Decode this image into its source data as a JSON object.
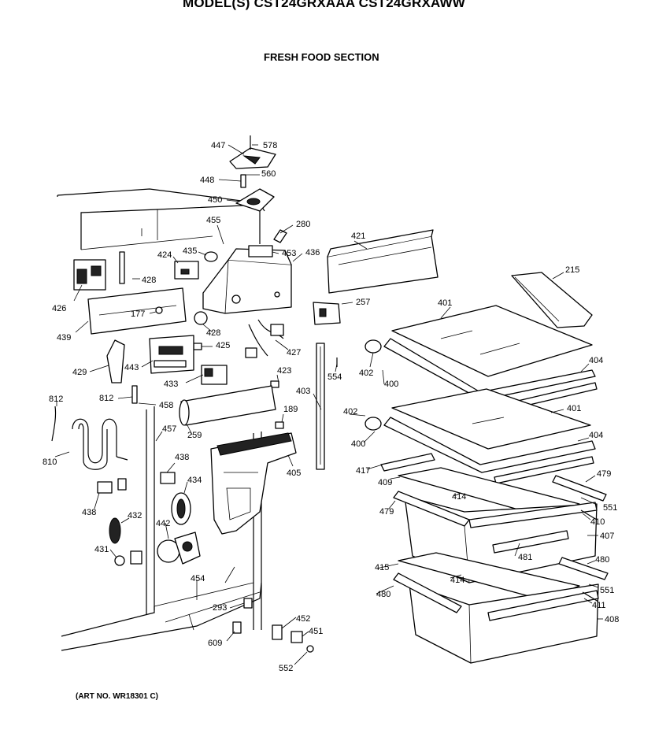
{
  "header": {
    "title": "MODEL(S) CST24GRXAAA CST24GRXAWW",
    "subtitle": "FRESH FOOD SECTION"
  },
  "footer": {
    "art_no": "(ART NO. WR18301 C)"
  },
  "callouts": [
    "447",
    "578",
    "448",
    "560",
    "450",
    "280",
    "455",
    "421",
    "435",
    "424",
    "453",
    "436",
    "426",
    "428",
    "215",
    "257",
    "401",
    "177",
    "439",
    "428",
    "425",
    "427",
    "402",
    "429",
    "443",
    "423",
    "554",
    "404",
    "433",
    "812",
    "812",
    "458",
    "403",
    "400",
    "189",
    "401",
    "259",
    "457",
    "402",
    "404",
    "400",
    "810",
    "438",
    "405",
    "417",
    "479",
    "409",
    "434",
    "414",
    "551",
    "438",
    "432",
    "442",
    "479",
    "410",
    "407",
    "431",
    "481",
    "415",
    "480",
    "414",
    "454",
    "551",
    "480",
    "411",
    "293",
    "452",
    "408",
    "451",
    "609",
    "552"
  ]
}
